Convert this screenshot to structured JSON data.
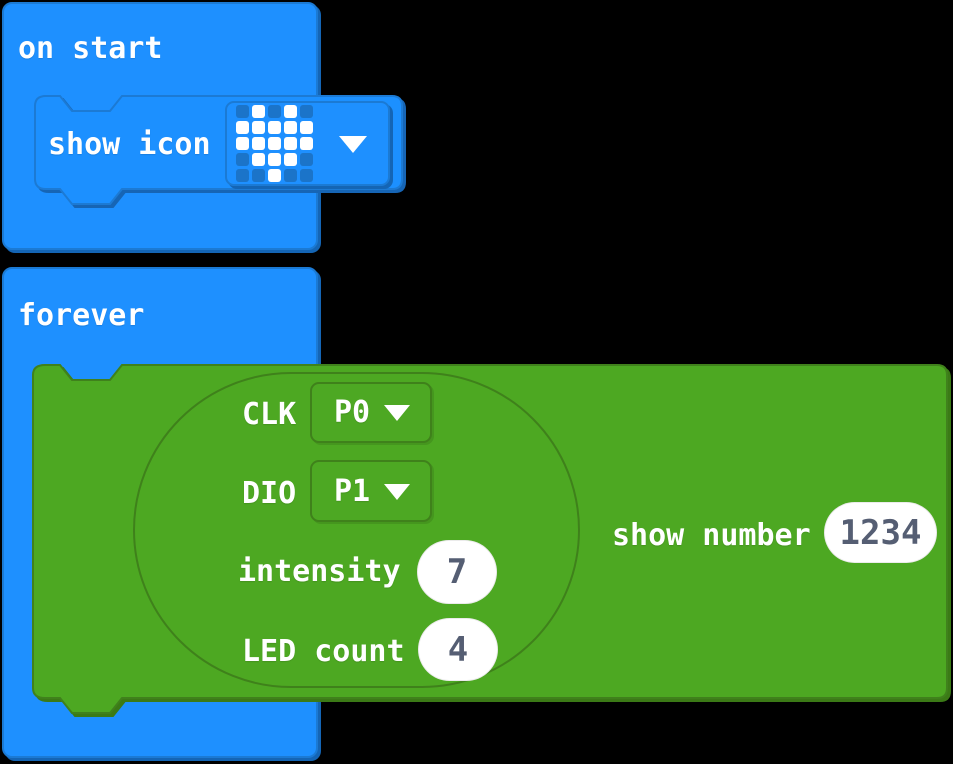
{
  "workspace": {
    "background": "#000000"
  },
  "colors": {
    "block_blue": "#1E90FF",
    "block_blue_border": "#1B7AD4",
    "block_blue_shadow": "#1465B5",
    "block_green": "#4DA823",
    "block_green_border": "#3F811B",
    "text_white": "#FFFFFF",
    "number_text": "#555E73",
    "led_cell_off": "#1B74C9",
    "led_cell_on": "#FFFFFF"
  },
  "blocks": {
    "on_start": {
      "label": "on start"
    },
    "show_icon": {
      "label": "show icon",
      "selected_icon": "heart",
      "pattern": [
        [
          0,
          1,
          0,
          1,
          0
        ],
        [
          1,
          1,
          1,
          1,
          1
        ],
        [
          1,
          1,
          1,
          1,
          1
        ],
        [
          0,
          1,
          1,
          1,
          0
        ],
        [
          0,
          0,
          1,
          0,
          0
        ]
      ]
    },
    "forever": {
      "label": "forever"
    },
    "tm1637_create": {
      "fields": [
        {
          "label": "CLK",
          "value": "P0",
          "type": "dropdown"
        },
        {
          "label": "DIO",
          "value": "P1",
          "type": "dropdown"
        },
        {
          "label": "intensity",
          "value": "7",
          "type": "number"
        },
        {
          "label": "LED count",
          "value": "4",
          "type": "number"
        }
      ]
    },
    "show_number": {
      "label": "show number",
      "value": "1234"
    }
  }
}
